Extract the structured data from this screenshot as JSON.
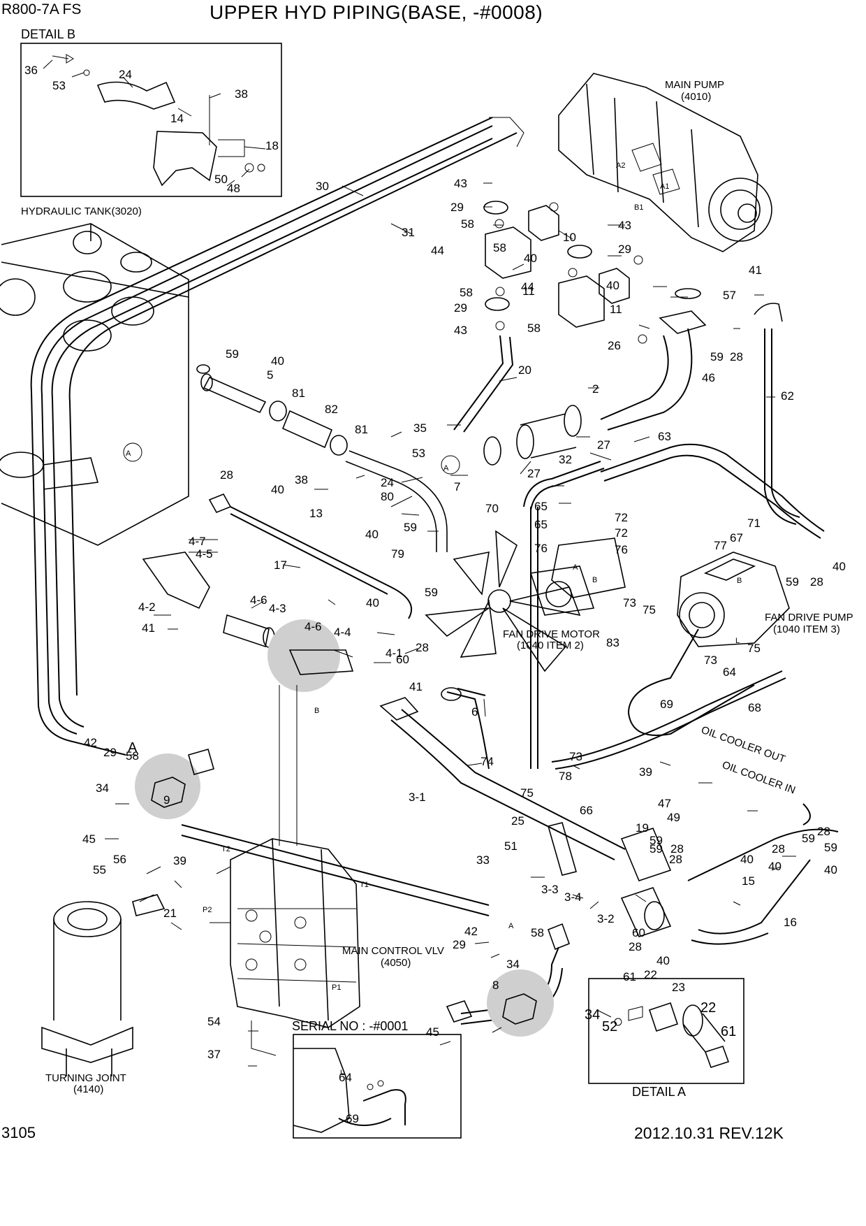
{
  "header": {
    "model": "R800-7A  FS",
    "title": "UPPER HYD PIPING(BASE, -#0008)"
  },
  "footer": {
    "page_number": "3105",
    "revision": "2012.10.31  REV.12K"
  },
  "captions": {
    "detail_b": "DETAIL B",
    "detail_a": "DETAIL A",
    "hydraulic_tank": "HYDRAULIC TANK(3020)",
    "main_pump": "MAIN PUMP",
    "main_pump_code": "(4010)",
    "fan_drive_motor": "FAN DRIVE MOTOR",
    "fan_drive_motor_code": "(1040 ITEM 2)",
    "fan_drive_pump": "FAN DRIVE PUMP",
    "fan_drive_pump_code": "(1040 ITEM 3)",
    "main_control_valve": "MAIN CONTROL VLV",
    "main_control_valve_code": "(4050)",
    "turning_joint": "TURNING JOINT",
    "turning_joint_code": "(4140)",
    "oil_cooler_out": "OIL COOLER OUT",
    "oil_cooler_in": "OIL COOLER IN",
    "serial_no": "SERIAL NO : -#0001"
  },
  "part_labels": [
    "36",
    "53",
    "24",
    "38",
    "14",
    "18",
    "50",
    "48",
    "30",
    "31",
    "43",
    "29",
    "58",
    "10",
    "43",
    "44",
    "40",
    "29",
    "11",
    "58",
    "58",
    "44",
    "29",
    "43",
    "58",
    "40",
    "11",
    "57",
    "41",
    "26",
    "59",
    "28",
    "46",
    "62",
    "20",
    "2",
    "27",
    "32",
    "27",
    "59",
    "40",
    "5",
    "81",
    "82",
    "81",
    "35",
    "53",
    "38",
    "24",
    "80",
    "7",
    "13",
    "59",
    "28",
    "40",
    "4-7",
    "4-5",
    "17",
    "79",
    "40",
    "4-2",
    "41",
    "4-6",
    "4-3",
    "4-6",
    "4-4",
    "4-1",
    "40",
    "60",
    "28",
    "59",
    "70",
    "65",
    "72",
    "65",
    "72",
    "76",
    "76",
    "63",
    "71",
    "67",
    "77",
    "40",
    "59",
    "28",
    "73",
    "75",
    "83",
    "73",
    "64",
    "75",
    "69",
    "68",
    "41",
    "6",
    "42",
    "29",
    "58",
    "9",
    "34",
    "45",
    "74",
    "73",
    "78",
    "75",
    "66",
    "3-1",
    "25",
    "39",
    "47",
    "19",
    "49",
    "59",
    "28",
    "40",
    "59",
    "28",
    "40",
    "28",
    "59",
    "40",
    "15",
    "51",
    "33",
    "59",
    "28",
    "3-3",
    "3-4",
    "3-2",
    "60",
    "28",
    "40",
    "16",
    "55",
    "56",
    "39",
    "21",
    "42",
    "29",
    "58",
    "34",
    "8",
    "45",
    "54",
    "37",
    "64",
    "69",
    "61",
    "22",
    "23",
    "34",
    "52",
    "22",
    "61",
    "A",
    "A",
    "A",
    "A",
    "B",
    "L",
    "L",
    "T2",
    "T1",
    "P2",
    "P1",
    "A1",
    "A2",
    "B1",
    "B",
    "A",
    "B"
  ]
}
